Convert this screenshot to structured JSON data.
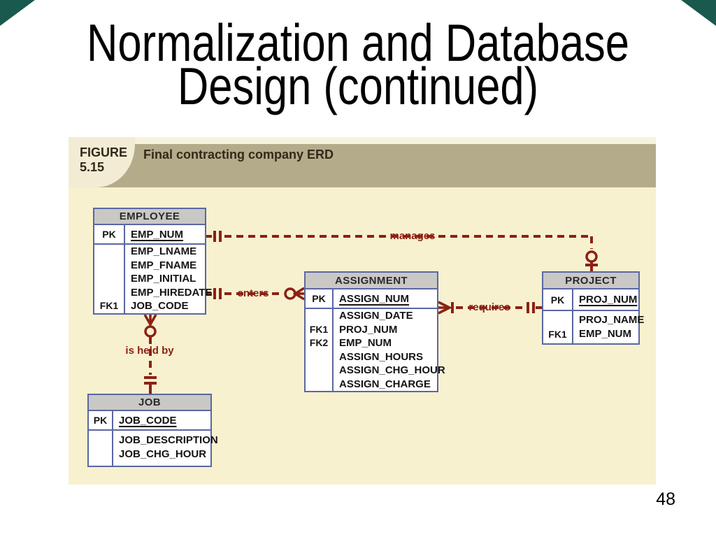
{
  "slide": {
    "title_lines": [
      "Normalization and Database",
      "Design (continued)"
    ],
    "page_number": "48"
  },
  "figure": {
    "label_word": "FIGURE",
    "label_number": "5.15",
    "caption": "Final contracting company ERD"
  },
  "colors": {
    "relationship_maroon": "#8c2114",
    "entity_border_blue": "#5a67a3",
    "entity_header_gray": "#c9c8c5",
    "figure_band_tan": "#b3ab8a",
    "figure_panel_cream": "#f2ecd4",
    "diagram_background_cream": "#f7f1cf",
    "corner_accent_teal": "#19594e"
  },
  "erd": {
    "entities": [
      {
        "name": "EMPLOYEE",
        "pk": {
          "key": "PK",
          "name": "EMP_NUM"
        },
        "attrs": [
          {
            "key": "",
            "name": "EMP_LNAME"
          },
          {
            "key": "",
            "name": "EMP_FNAME"
          },
          {
            "key": "",
            "name": "EMP_INITIAL"
          },
          {
            "key": "",
            "name": "EMP_HIREDATE"
          },
          {
            "key": "FK1",
            "name": "JOB_CODE"
          }
        ]
      },
      {
        "name": "ASSIGNMENT",
        "pk": {
          "key": "PK",
          "name": "ASSIGN_NUM"
        },
        "attrs": [
          {
            "key": "",
            "name": "ASSIGN_DATE"
          },
          {
            "key": "FK1",
            "name": "PROJ_NUM"
          },
          {
            "key": "FK2",
            "name": "EMP_NUM"
          },
          {
            "key": "",
            "name": "ASSIGN_HOURS"
          },
          {
            "key": "",
            "name": "ASSIGN_CHG_HOUR"
          },
          {
            "key": "",
            "name": "ASSIGN_CHARGE"
          }
        ]
      },
      {
        "name": "PROJECT",
        "pk": {
          "key": "PK",
          "name": "PROJ_NUM"
        },
        "attrs": [
          {
            "key": "",
            "name": "PROJ_NAME"
          },
          {
            "key": "FK1",
            "name": "EMP_NUM"
          }
        ]
      },
      {
        "name": "JOB",
        "pk": {
          "key": "PK",
          "name": "JOB_CODE"
        },
        "attrs": [
          {
            "key": "",
            "name": "JOB_DESCRIPTION"
          },
          {
            "key": "",
            "name": "JOB_CHG_HOUR"
          }
        ]
      }
    ],
    "relationships": [
      {
        "label": "manages",
        "line": "dashed",
        "ends": [
          {
            "entity": "EMPLOYEE",
            "symbol": "one-and-only-one"
          },
          {
            "entity": "PROJECT",
            "symbol": "zero-or-one"
          }
        ]
      },
      {
        "label": "enters",
        "line": "dashed",
        "ends": [
          {
            "entity": "EMPLOYEE",
            "symbol": "one-and-only-one"
          },
          {
            "entity": "ASSIGNMENT",
            "symbol": "zero-or-many"
          }
        ]
      },
      {
        "label": "requires",
        "line": "dashed",
        "ends": [
          {
            "entity": "ASSIGNMENT",
            "symbol": "one-or-many"
          },
          {
            "entity": "PROJECT",
            "symbol": "one-and-only-one"
          }
        ]
      },
      {
        "label": "is held by",
        "line": "dashed",
        "ends": [
          {
            "entity": "EMPLOYEE",
            "symbol": "zero-or-many"
          },
          {
            "entity": "JOB",
            "symbol": "one-and-only-one"
          }
        ]
      }
    ]
  }
}
